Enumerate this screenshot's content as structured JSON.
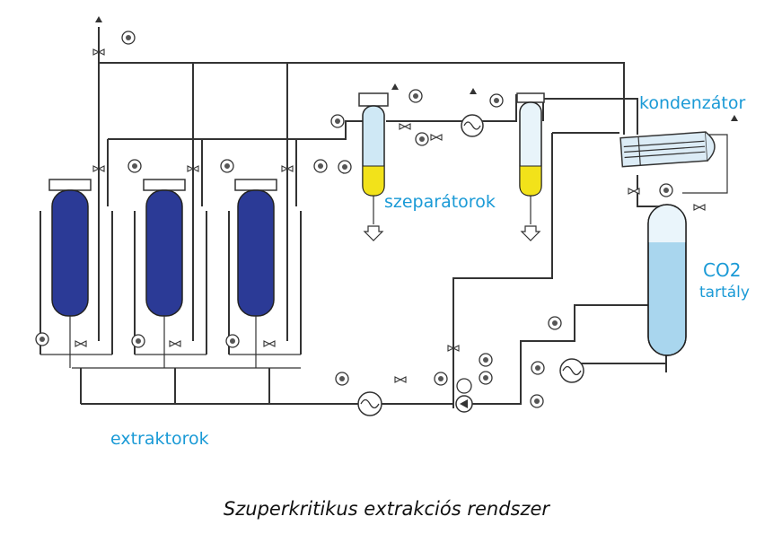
{
  "labels": {
    "condenser": "kondenzátor",
    "separators": "szeparátorok",
    "tank_line1": "CO2",
    "tank_line2": "tartály",
    "extractors": "extraktorok"
  },
  "caption": "Szuperkritikus extrakciós rendszer",
  "colors": {
    "extractor_fill": "#2b3a96",
    "separator_liquid": "#f2e21a",
    "separator_body": "#cfe8f5",
    "tank_body": "#a9d6ee",
    "label_text": "#1a9ad6"
  }
}
